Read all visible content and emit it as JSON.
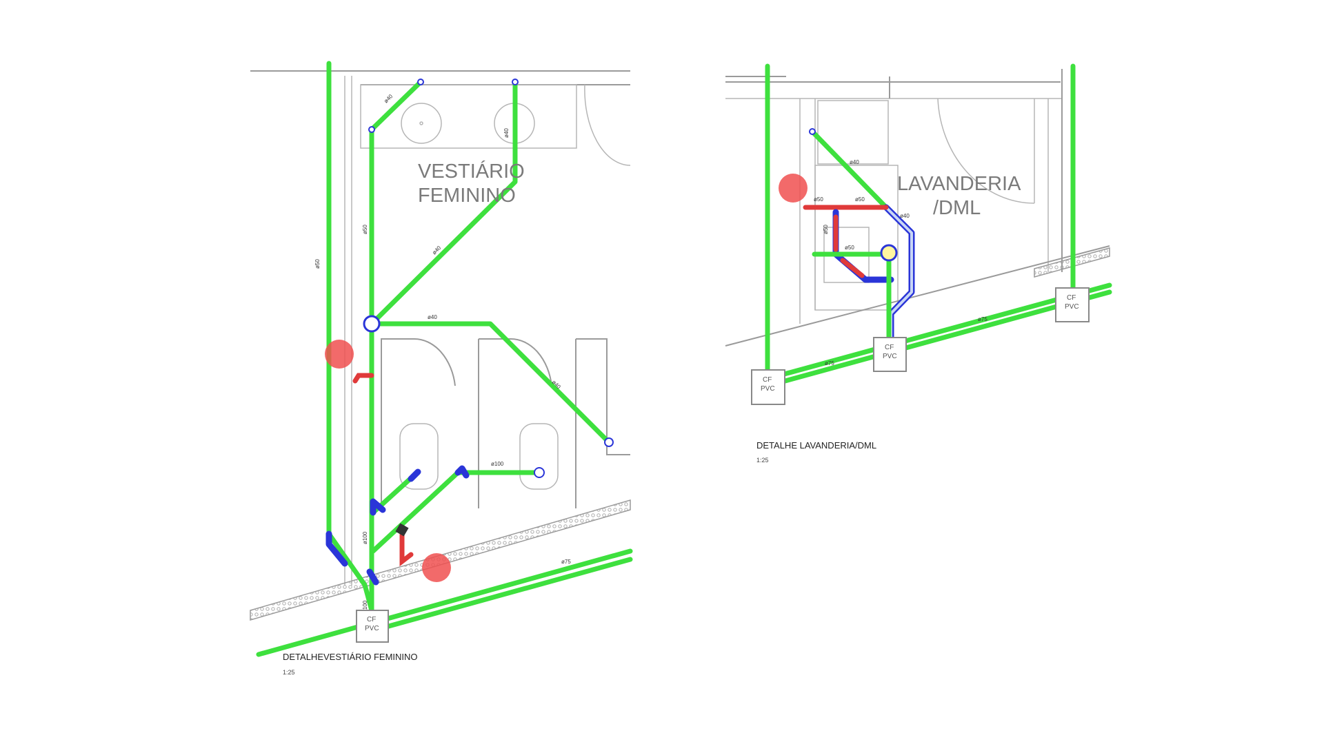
{
  "left_detail": {
    "room_name_line1": "VESTIÁRIO",
    "room_name_line2": "FEMININO",
    "title": "DETALHEVESTIÁRIO FEMININO",
    "scale": "1:25",
    "box_label_1": "CF",
    "box_label_2": "PVC",
    "pipe_labels": [
      "ø40",
      "ø40",
      "ø50",
      "ø40",
      "ø40",
      "ø40",
      "ø100",
      "ø100",
      "ø75",
      "ø50",
      "ø100"
    ]
  },
  "right_detail": {
    "room_name_line1": "LAVANDERIA",
    "room_name_line2": "/DML",
    "title": "DETALHE LAVANDERIA/DML",
    "scale": "1:25",
    "box_label_1": "CF",
    "box_label_2": "PVC",
    "pipe_labels": [
      "ø40",
      "ø50",
      "ø50",
      "ø50",
      "ø40",
      "ø50",
      "ø75",
      "ø75"
    ]
  },
  "colors": {
    "pipe_green": "#3ee03e",
    "pipe_blue": "#2a35d8",
    "pipe_red": "#e03a3a",
    "wall_gray": "#9a9a9a"
  }
}
